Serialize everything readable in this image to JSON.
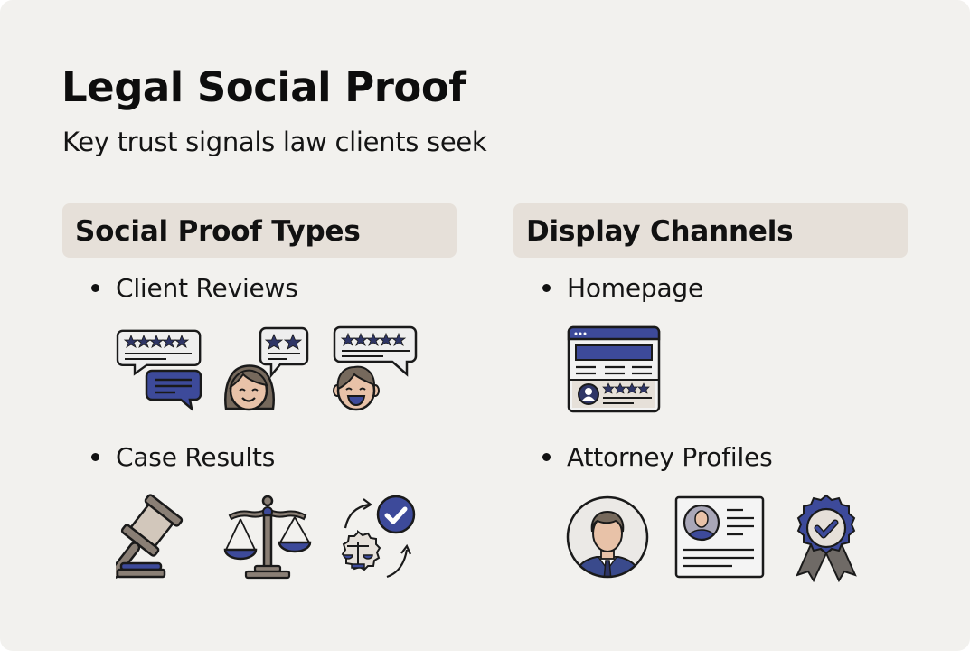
{
  "header": {
    "title": "Legal Social Proof",
    "subtitle": "Key trust signals law clients seek"
  },
  "columns": [
    {
      "heading": "Social Proof Types",
      "items": [
        {
          "label": "Client Reviews",
          "icons": [
            "star-review-bubble-icon",
            "woman-two-star-review-icon",
            "man-five-star-review-icon"
          ]
        },
        {
          "label": "Case Results",
          "icons": [
            "gavel-icon",
            "scales-of-justice-icon",
            "verified-legal-outcome-icon"
          ]
        }
      ]
    },
    {
      "heading": "Display Channels",
      "items": [
        {
          "label": "Homepage",
          "icons": [
            "webpage-with-reviews-icon"
          ]
        },
        {
          "label": "Attorney Profiles",
          "icons": [
            "attorney-avatar-icon",
            "profile-card-icon",
            "award-ribbon-icon"
          ]
        }
      ]
    }
  ],
  "colors": {
    "background": "#f2f1ee",
    "heading_band": "#e6e0d9",
    "accent_navy": "#3d4a9a",
    "star_navy": "#2e3566",
    "taupe": "#8a7f75",
    "skin": "#e8c2a8",
    "hair": "#76695c",
    "outline": "#1a1a1a"
  }
}
